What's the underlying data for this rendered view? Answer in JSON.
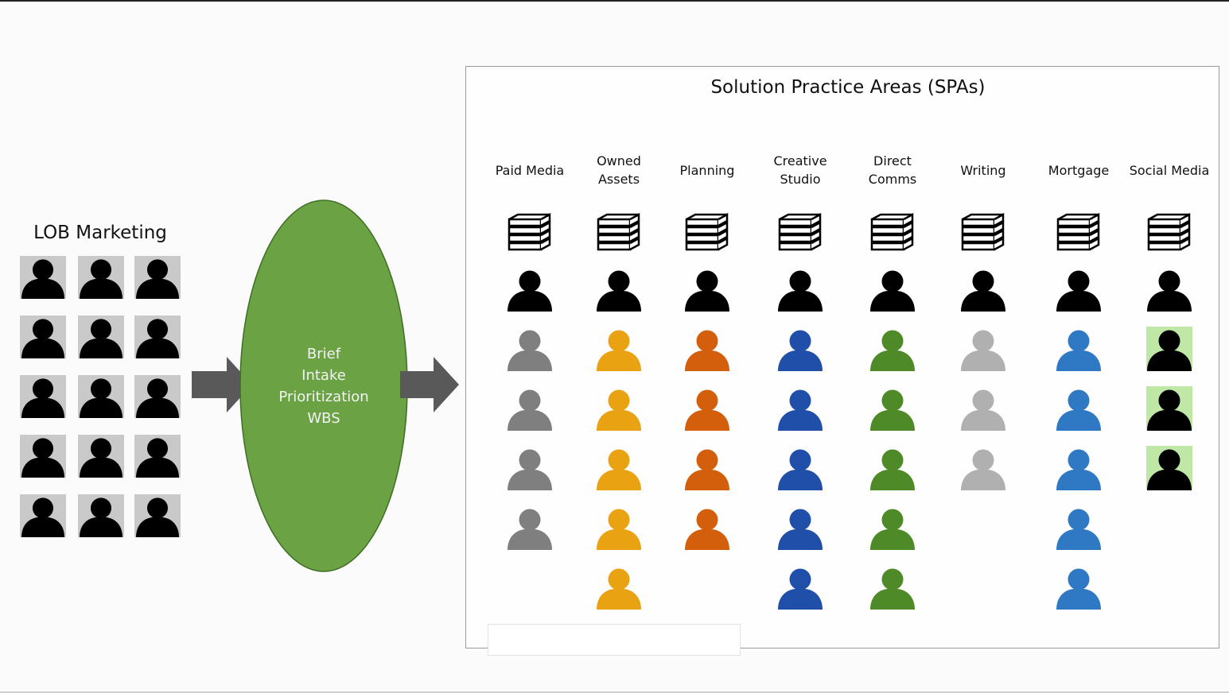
{
  "lob": {
    "title": "LOB Marketing",
    "rows": 5,
    "cols": 3
  },
  "process": {
    "lines": [
      "Brief",
      "Intake",
      "Prioritization",
      "WBS"
    ],
    "fill_color": "#6aa244"
  },
  "spa": {
    "title": "Solution Practice Areas (SPAs)",
    "columns": [
      {
        "label": "Paid Media",
        "color": "#7f7f7f",
        "people": 4
      },
      {
        "label": "Owned Assets",
        "color": "#e9a212",
        "people": 5
      },
      {
        "label": "Planning",
        "color": "#d35f0c",
        "people": 4
      },
      {
        "label": "Creative Studio",
        "color": "#1f4fa8",
        "people": 5
      },
      {
        "label": "Direct Comms",
        "color": "#4e8a28",
        "people": 5
      },
      {
        "label": "Writing",
        "color": "#b0b0b0",
        "people": 3
      },
      {
        "label": "Mortgage",
        "color": "#2f78c4",
        "people": 5
      },
      {
        "label": "Social Media",
        "color": "#000000",
        "people": 3,
        "highlight": "#bfe7a6"
      }
    ]
  },
  "colors": {
    "lead": "#000000",
    "arrow": "#595959",
    "lob_tile": "#c9c9c9"
  }
}
